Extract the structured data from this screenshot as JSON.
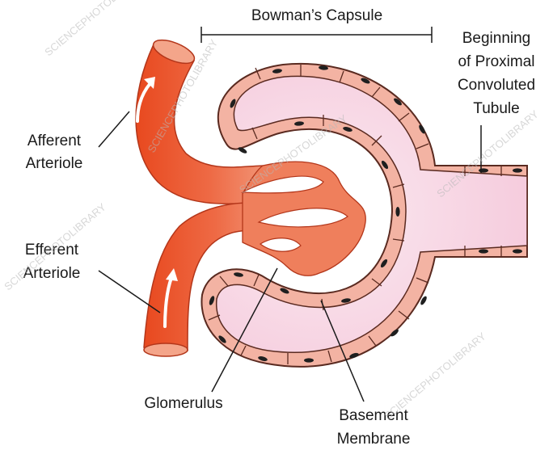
{
  "labels": {
    "bowmans_capsule": "Bowman’s Capsule",
    "proximal_tubule": [
      "Beginning",
      "of Proximal",
      "Convoluted",
      "Tubule"
    ],
    "afferent_arteriole": [
      "Afferent",
      "Arteriole"
    ],
    "efferent_arteriole": [
      "Efferent",
      "Arteriole"
    ],
    "glomerulus": "Glomerulus",
    "basement_membrane": [
      "Basement",
      "Membrane"
    ]
  },
  "watermark": "SCIENCEPHOTOLIBRARY",
  "colors": {
    "arteriole_dark": "#e8491f",
    "arteriole_light": "#f08a66",
    "capsule_wall": "#f3b3a3",
    "capsule_lumen": "#f7d3e2",
    "nuclei": "#1f1f1f",
    "leader_lines": "#1a1a1a"
  }
}
